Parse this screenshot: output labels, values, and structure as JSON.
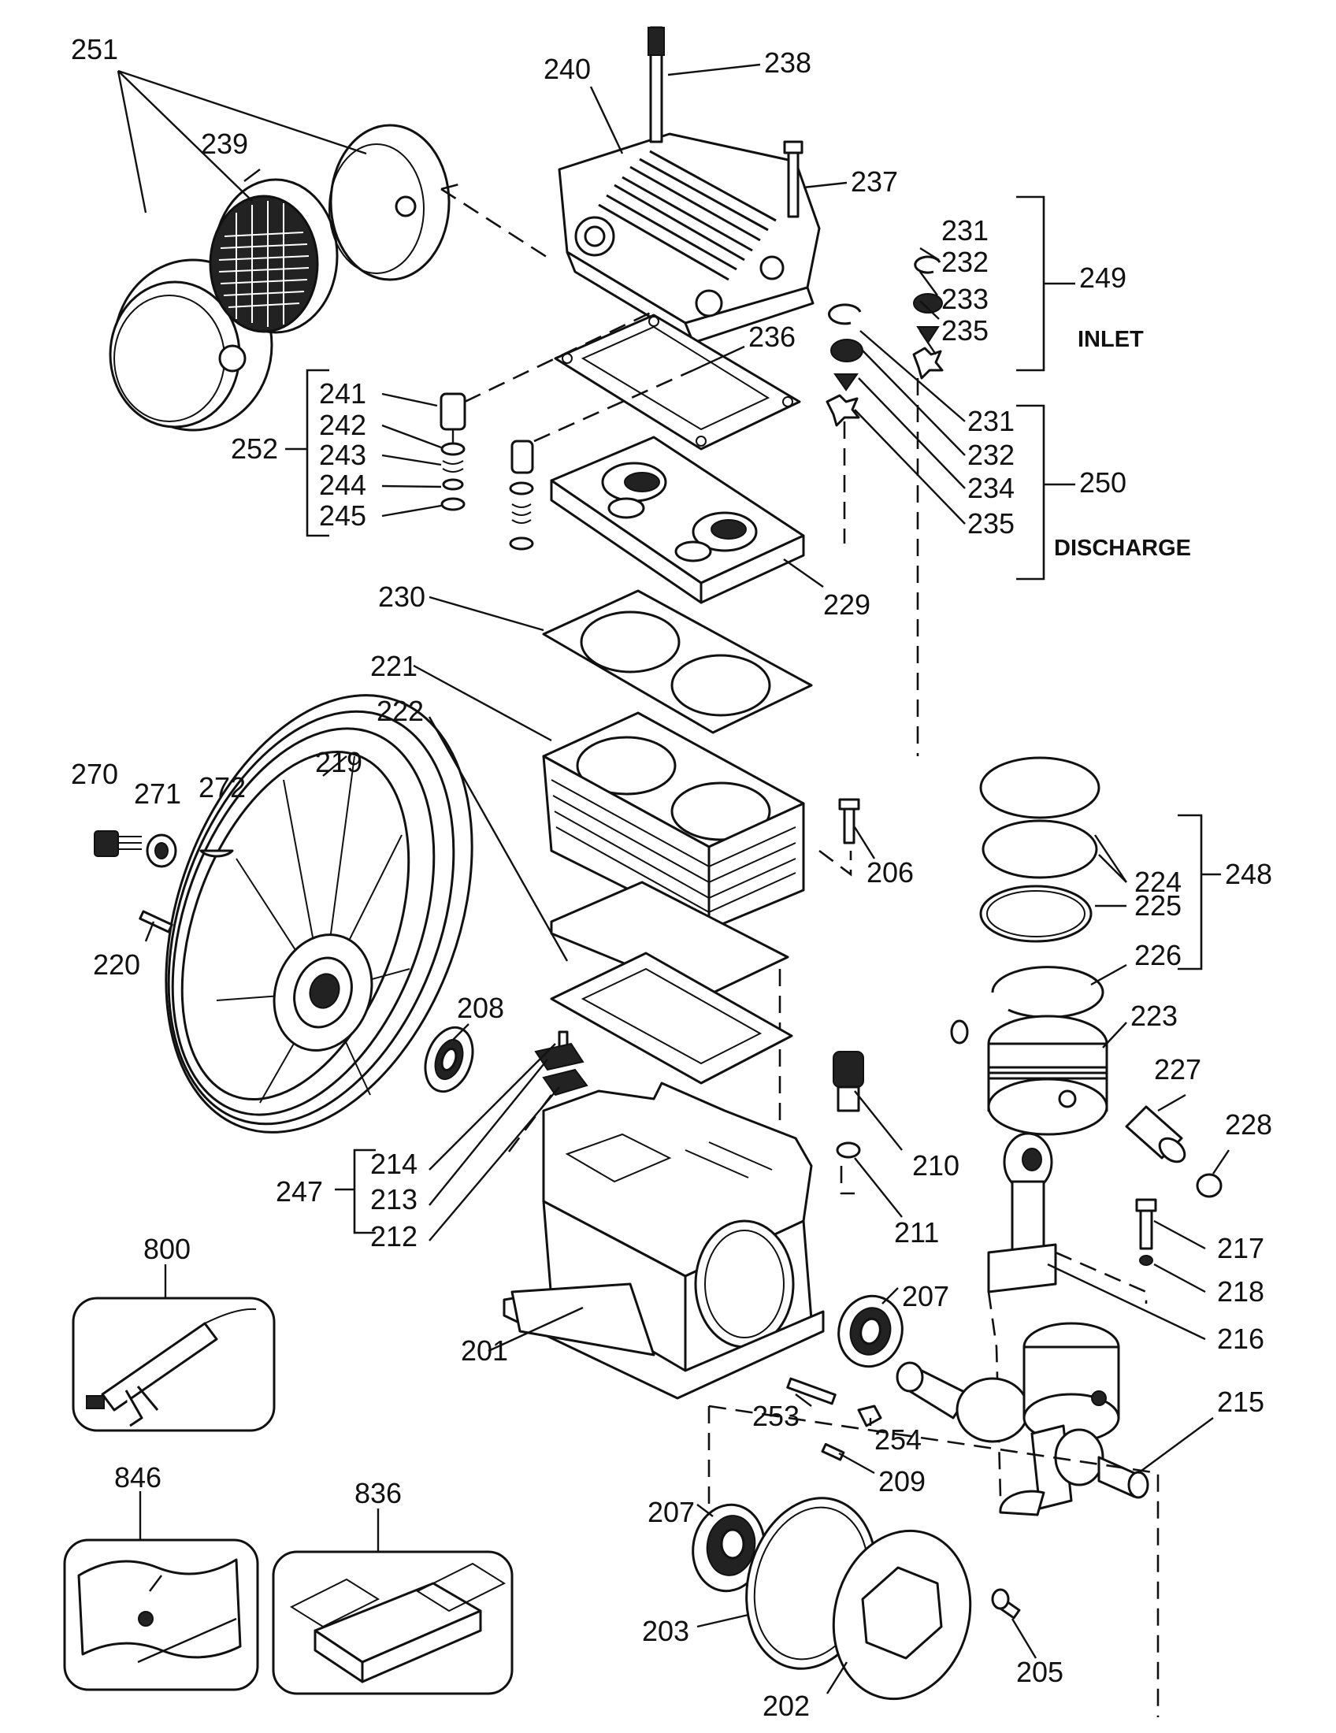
{
  "title": "Air compressor pump exploded parts diagram",
  "labels": {
    "l251": "251",
    "l240": "240",
    "l238": "238",
    "l239": "239",
    "l237": "237",
    "l231a": "231",
    "l232a": "232",
    "l233": "233",
    "l235a": "235",
    "l249": "249",
    "l236": "236",
    "l241": "241",
    "l242": "242",
    "l243": "243",
    "l244": "244",
    "l245": "245",
    "l252": "252",
    "l231b": "231",
    "l232b": "232",
    "l234": "234",
    "l235b": "235",
    "l250": "250",
    "l229": "229",
    "l230": "230",
    "l221": "221",
    "l222": "222",
    "l270": "270",
    "l271": "271",
    "l272": "272",
    "l219": "219",
    "l220": "220",
    "l206": "206",
    "l224": "224",
    "l248": "248",
    "l225": "225",
    "l226": "226",
    "l223": "223",
    "l227": "227",
    "l228": "228",
    "l208": "208",
    "l210": "210",
    "l211": "211",
    "l214": "214",
    "l213": "213",
    "l212": "212",
    "l247": "247",
    "l217": "217",
    "l218": "218",
    "l216": "216",
    "l207a": "207",
    "l201": "201",
    "l215": "215",
    "l253": "253",
    "l254": "254",
    "l209": "209",
    "l207b": "207",
    "l203": "203",
    "l202": "202",
    "l205": "205",
    "l800": "800",
    "l846": "846",
    "l836": "836"
  },
  "group_labels": {
    "inlet": "INLET",
    "discharge": "DISCHARGE"
  }
}
